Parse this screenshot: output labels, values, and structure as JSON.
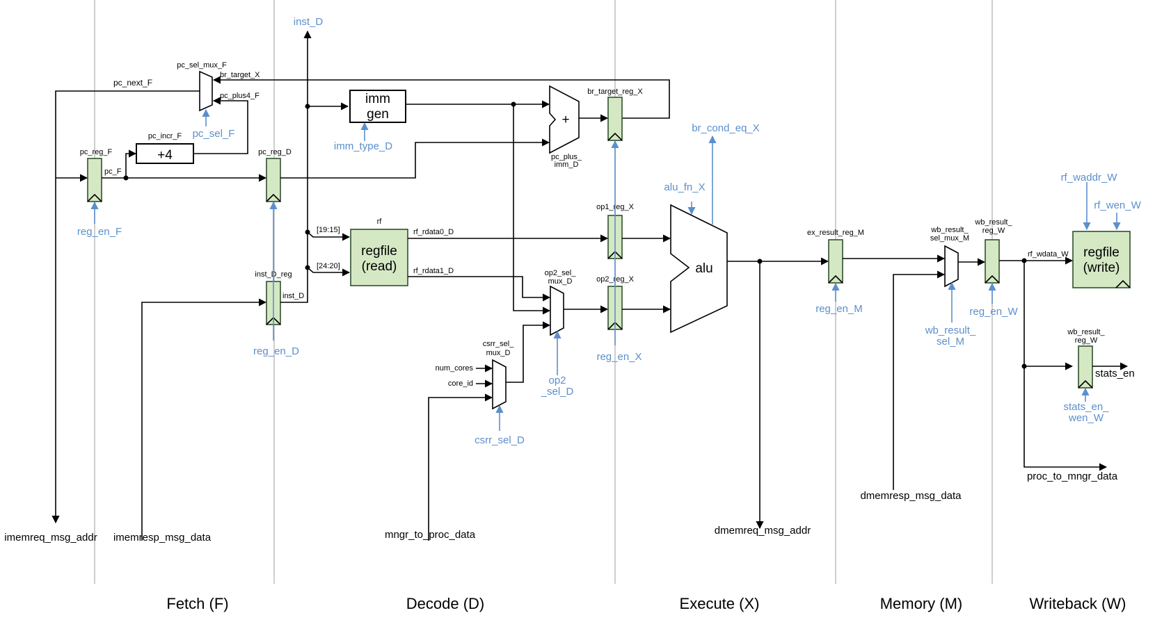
{
  "stages": [
    "Fetch (F)",
    "Decode (D)",
    "Execute (X)",
    "Memory (M)",
    "Writeback (W)"
  ],
  "units": {
    "imm_gen_line1": "imm",
    "imm_gen_line2": "gen",
    "regfile_read_line1": "regfile",
    "regfile_read_line2": "(read)",
    "regfile_write_line1": "regfile",
    "regfile_write_line2": "(write)",
    "alu": "alu",
    "pc_incr": "+4",
    "adder": "+",
    "rf_title": "rf"
  },
  "labels": {
    "pc_sel_mux_F": "pc_sel_mux_F",
    "br_target_X_in": "br_target_X",
    "pc_plus4_F": "pc_plus4_F",
    "pc_next_F": "pc_next_F",
    "pc_incr_F": "pc_incr_F",
    "pc_reg_F": "pc_reg_F",
    "pc_F": "pc_F",
    "pc_reg_D": "pc_reg_D",
    "inst_D_reg": "inst_D_reg",
    "inst_D_wire": "inst_D",
    "bits_19_15": "[19:15]",
    "bits_24_20": "[24:20]",
    "rf_rdata0_D": "rf_rdata0_D",
    "rf_rdata1_D": "rf_rdata1_D",
    "br_target_reg_X": "br_target_reg_X",
    "pc_plus_imm_D_1": "pc_plus_",
    "pc_plus_imm_D_2": "imm_D",
    "op1_reg_X": "op1_reg_X",
    "op2_reg_X": "op2_reg_X",
    "op2_sel_mux_D_1": "op2_sel_",
    "op2_sel_mux_D_2": "mux_D",
    "csrr_sel_mux_D_1": "csrr_sel_",
    "csrr_sel_mux_D_2": "mux_D",
    "num_cores": "num_cores",
    "core_id": "core_id",
    "ex_result_reg_M": "ex_result_reg_M",
    "wb_result_sel_mux_M_1": "wb_result_",
    "wb_result_sel_mux_M_2": "sel_mux_M",
    "wb_result_reg_W_1": "wb_result_",
    "wb_result_reg_W_2": "reg_W",
    "rf_wdata_W": "rf_wdata_W",
    "wb_result_reg_W2_1": "wb_result_",
    "wb_result_reg_W2_2": "reg_W",
    "stats_en": "stats_en"
  },
  "control": {
    "inst_D": "inst_D",
    "pc_sel_F": "pc_sel_F",
    "imm_type_D": "imm_type_D",
    "reg_en_F": "reg_en_F",
    "reg_en_D": "reg_en_D",
    "br_cond_eq_X": "br_cond_eq_X",
    "alu_fn_X": "alu_fn_X",
    "reg_en_X": "reg_en_X",
    "op2_sel_D_1": "op2",
    "op2_sel_D_2": "_sel_D",
    "csrr_sel_D": "csrr_sel_D",
    "reg_en_M": "reg_en_M",
    "wb_result_sel_M_1": "wb_result_",
    "wb_result_sel_M_2": "sel_M",
    "reg_en_W": "reg_en_W",
    "rf_waddr_W": "rf_waddr_W",
    "rf_wen_W": "rf_wen_W",
    "stats_en_wen_W_1": "stats_en_",
    "stats_en_wen_W_2": "wen_W"
  },
  "io": {
    "imemreq_msg_addr": "imemreq_msg_addr",
    "imemresp_msg_data": "imemresp_msg_data",
    "mngr_to_proc_data": "mngr_to_proc_data",
    "dmemreq_msg_addr": "dmemreq_msg_addr",
    "dmemresp_msg_data": "dmemresp_msg_data",
    "proc_to_mngr_data": "proc_to_mngr_data"
  },
  "colors": {
    "control": "#5b8fcc",
    "register_fill": "#d5e8c4",
    "stage_divider": "#b8b8b8"
  }
}
